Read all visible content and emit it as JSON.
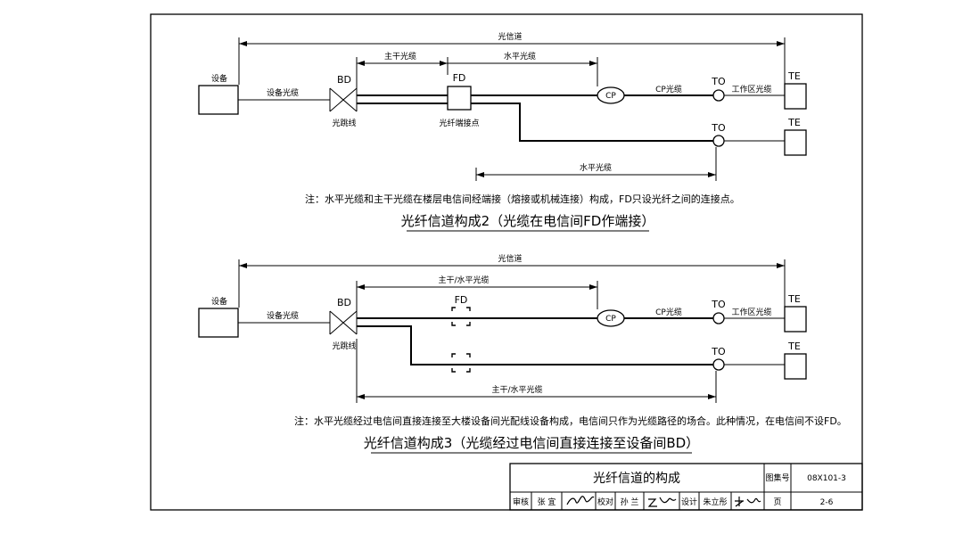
{
  "diagram2": {
    "channel": "光信道",
    "backbone": "主干光缆",
    "horizontal_top": "水平光缆",
    "equipment": "设备",
    "equipment_cable": "设备光缆",
    "bd": "BD",
    "patch": "光跳线",
    "fd": "FD",
    "splice_point": "光纤端接点",
    "cp": "CP",
    "cp_cable": "CP光缆",
    "to1": "TO",
    "work_cable": "工作区光缆",
    "te1": "TE",
    "to2": "TO",
    "te2": "TE",
    "horizontal_bottom": "水平光缆",
    "note": "注：水平光缆和主干光缆在楼层电信间经端接（熔接或机械连接）构成，FD只设光纤之间的连接点。",
    "title": "光纤信道构成2（光缆在电信间FD作端接）"
  },
  "diagram3": {
    "channel": "光信道",
    "backbone_horizontal_top": "主干/水平光缆",
    "equipment": "设备",
    "equipment_cable": "设备光缆",
    "bd": "BD",
    "patch": "光跳线",
    "fd": "FD",
    "cp": "CP",
    "cp_cable": "CP光缆",
    "to1": "TO",
    "work_cable": "工作区光缆",
    "te1": "TE",
    "to2": "TO",
    "te2": "TE",
    "backbone_horizontal_bottom": "主干/水平光缆",
    "note": "注：水平光缆经过电信间直接连接至大楼设备间光配线设备构成，电信间只作为光缆路径的场合。此种情况，在电信间不设FD。",
    "title": "光纤信道构成3（光缆经过电信间直接连接至设备间BD）"
  },
  "title_block": {
    "title": "光纤信道的构成",
    "atlas_label": "图集号",
    "atlas_no": "08X101-3",
    "review_label": "审核",
    "review_name": "张 宜",
    "check_label": "校对",
    "check_name": "孙 兰",
    "design_label": "设计",
    "design_name": "朱立彤",
    "page_label": "页",
    "page_no": "2-6"
  }
}
